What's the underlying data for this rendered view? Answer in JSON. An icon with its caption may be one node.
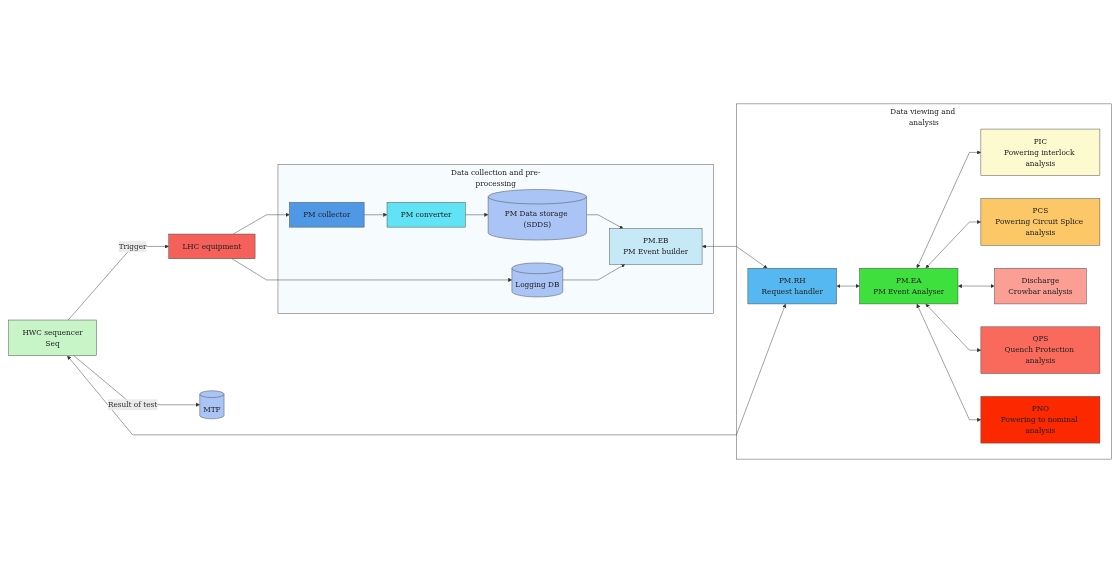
{
  "diagram": {
    "nodes": [
      {
        "text": [
          "LHC equipment"
        ]
      },
      {
        "text": [
          "Data collection and pre-processing"
        ]
      },
      {
        "text": [
          "PM collector"
        ],
        "in": 1
      },
      {
        "text": [
          "PM converter"
        ],
        "in": 1
      },
      {
        "text": [
          "PM Data storage (SDDS)"
        ],
        "in": 1
      },
      {
        "text": [
          "Logging DB"
        ],
        "in": 1
      },
      {
        "text": [
          "PM.EB",
          "PM Event builder"
        ],
        "in": 1
      },
      {
        "text": [
          "Data viewing and analysis"
        ]
      },
      {
        "text": [
          "HWC sequencer",
          "Seq"
        ]
      },
      {
        "text": [
          "PM.RH",
          "Request handler"
        ],
        "in": 7
      },
      {
        "text": [
          "PM.EA",
          "PM Event Analyser"
        ],
        "in": 7
      },
      {
        "text": [
          "PIC",
          "Powering interlock analysis"
        ],
        "in": 7
      },
      {
        "text": [
          "PCS",
          "Powering Circuit Splice analysis"
        ],
        "in": 7
      },
      {
        "text": [
          "Discharge",
          "Crowbar analysis"
        ],
        "in": 7
      },
      {
        "text": [
          "QPS",
          "Quench Protection analysis"
        ],
        "in": 7
      },
      {
        "text": [
          "PNO",
          "Powering to nominal analysis"
        ],
        "in": 7
      },
      {
        "text": [
          "MTF"
        ]
      }
    ],
    "edges": [
      {
        "from": 0,
        "to": 2,
        "arrow": "to"
      },
      {
        "from": 0,
        "to": 5,
        "arrow": "to"
      },
      {
        "from": 2,
        "to": 3,
        "arrow": "to"
      },
      {
        "from": 3,
        "to": 4,
        "arrow": "to"
      },
      {
        "from": 4,
        "to": 6,
        "arrow": "to"
      },
      {
        "from": 5,
        "to": 6,
        "arrow": "to"
      },
      {
        "from": 6,
        "to": 9,
        "arrow": "both"
      },
      {
        "from": 8,
        "to": 0,
        "arrow": "to",
        "label": "Trigger"
      },
      {
        "from": 8,
        "to": 9,
        "arrow": "both"
      },
      {
        "from": 9,
        "to": 10,
        "arrow": "both"
      },
      {
        "from": 10,
        "to": 11,
        "arrow": "both"
      },
      {
        "from": 10,
        "to": 12,
        "arrow": "both"
      },
      {
        "from": 10,
        "to": 13,
        "arrow": "both"
      },
      {
        "from": 10,
        "to": 14,
        "arrow": "both"
      },
      {
        "from": 10,
        "to": 15,
        "arrow": "both"
      },
      {
        "from": 8,
        "to": 16,
        "arrow": "to",
        "label": "Result of test"
      }
    ]
  }
}
